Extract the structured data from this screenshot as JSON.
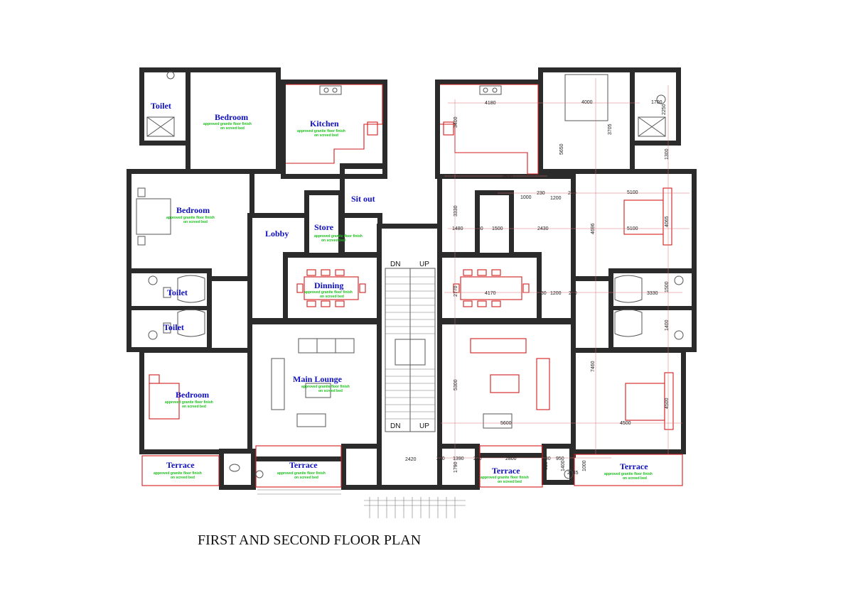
{
  "title": "FIRST AND SECOND FLOOR PLAN",
  "floor_finish": {
    "line1": "approved granite floor finish",
    "line2": "on screed bed"
  },
  "rooms": {
    "toilet_top": "Toilet",
    "bedroom_top": "Bedroom",
    "kitchen": "Kitchen",
    "sit_out": "Sit out",
    "bedroom_mid": "Bedroom",
    "store": "Store",
    "lobby": "Lobby",
    "toilet_a": "Toilet",
    "toilet_b": "Toilet",
    "dinning": "Dinning",
    "main_lounge": "Main Lounge",
    "bedroom_low": "Bedroom",
    "terrace_left": "Terrace",
    "terrace_mid": "Terrace",
    "terrace_right_a": "Terrace",
    "terrace_right_b": "Terrace"
  },
  "stairs": {
    "dn_top": "DN",
    "up_top": "UP",
    "dn_bot": "DN",
    "up_bot": "UP"
  },
  "dimensions": {
    "d4180": "4180",
    "d4000": "4000",
    "d1700": "1700",
    "d2250": "2250",
    "d3400": "3400",
    "d3705": "3705",
    "d5650": "5650",
    "d1300": "1300",
    "d2500": "2500",
    "d1000": "1000",
    "d230a": "230",
    "d1200a": "1200",
    "d230b": "230",
    "d5100a": "5100",
    "d3330a": "3330",
    "d1480": "1480",
    "d230c": "230",
    "d1500a": "1500",
    "d2430": "2430",
    "d4696": "4696",
    "d5100b": "5100",
    "d4065": "4065",
    "d2770": "2770",
    "d4170": "4170",
    "d230d": "230",
    "d1200b": "1200",
    "d230e": "230",
    "d3330b": "3330",
    "d1500b": "1500",
    "d1400a": "1400",
    "d7460": "7460",
    "d5300": "5300",
    "d4500a": "4500",
    "d5600": "5600",
    "d4500b": "4500",
    "d2420": "2420",
    "d230f": "230",
    "d1390": "1390",
    "d230g": "230",
    "d1790": "1790",
    "d2800": "2800",
    "d230h": "230",
    "d950": "950",
    "d630": "630",
    "d1400b": "1400",
    "d2145": "2145",
    "d1000b": "1000"
  }
}
